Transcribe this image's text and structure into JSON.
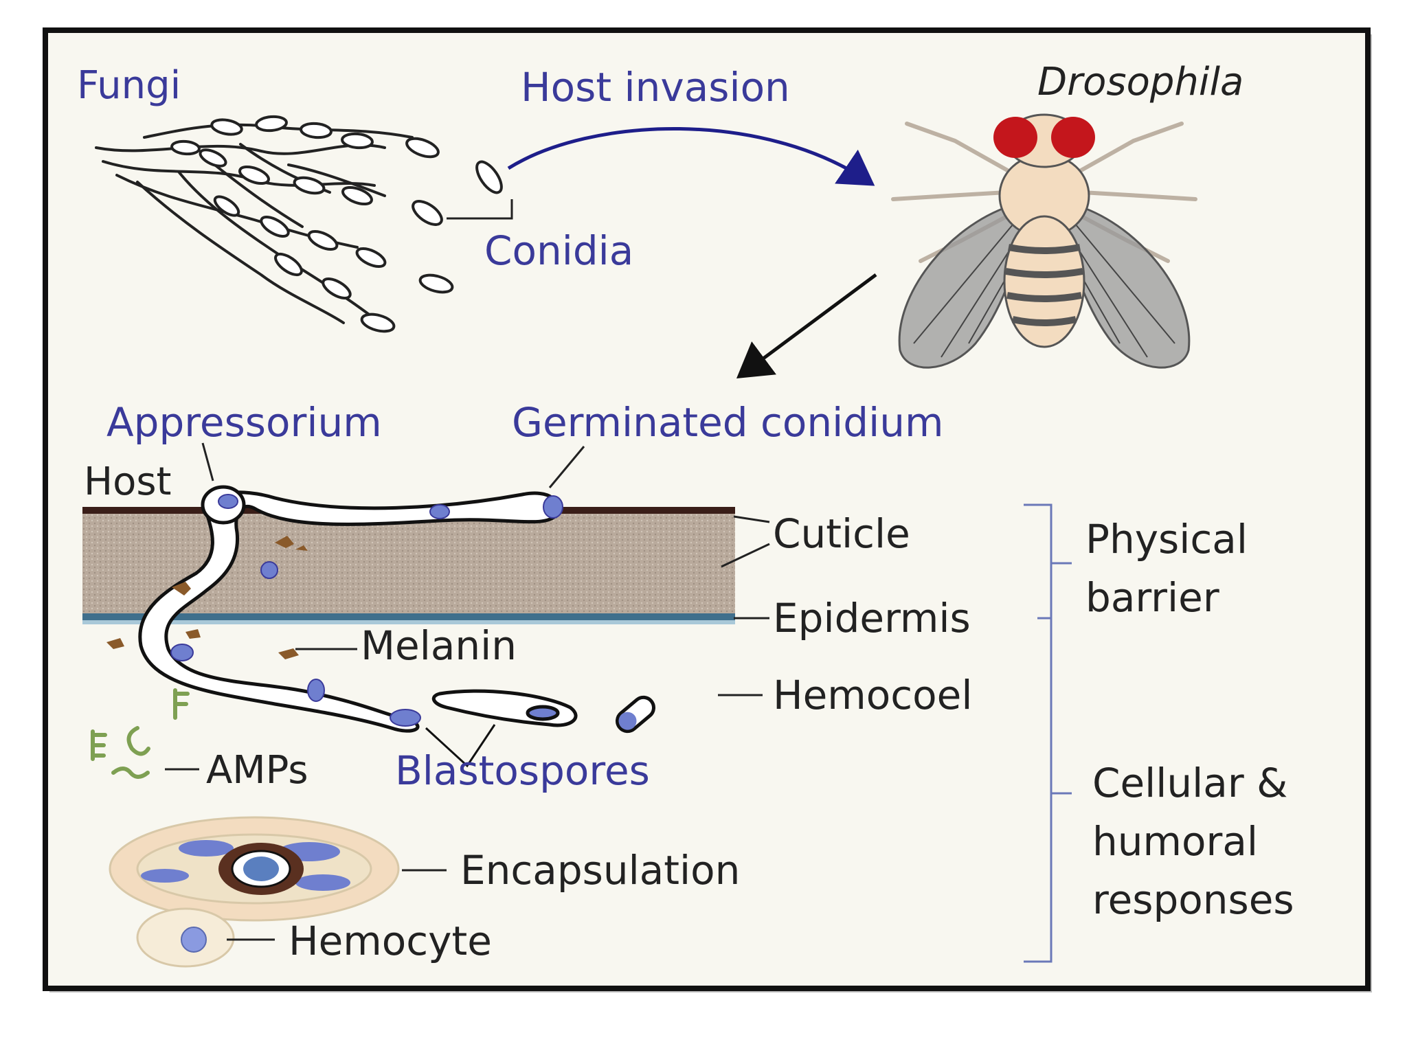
{
  "labels": {
    "fungi": "Fungi",
    "host_invasion": "Host invasion",
    "drosophila": "Drosophila",
    "conidia": "Conidia",
    "appressorium": "Appressorium",
    "germinated_conidium": "Germinated conidium",
    "host": "Host",
    "cuticle": "Cuticle",
    "epidermis": "Epidermis",
    "melanin": "Melanin",
    "hemocoel": "Hemocoel",
    "amps": "AMPs",
    "blastospores": "Blastospores",
    "encapsulation": "Encapsulation",
    "hemocyte": "Hemocyte",
    "physical_barrier_line1": "Physical",
    "physical_barrier_line2": "barrier",
    "responses_line1": "Cellular &",
    "responses_line2": "humoral",
    "responses_line3": "responses"
  },
  "colors": {
    "blue_text": "#3a3a9a",
    "dark_text": "#222222",
    "cuticle_fill": "#b8a89a",
    "cuticle_top": "#3a1e18",
    "epidermis": "#3f6f8c",
    "hypha_fill": "#ffffff",
    "nucleus": "#6f7fcf",
    "melanin": "#8a5a2a",
    "amp_green": "#7ea052",
    "bracket": "#6a78b8",
    "fly_eye": "#c4161c",
    "fly_body": "#f3dcc0",
    "fly_wing": "#9a9a9a",
    "frame": "#111111",
    "panel_bg": "#f8f7f0"
  }
}
